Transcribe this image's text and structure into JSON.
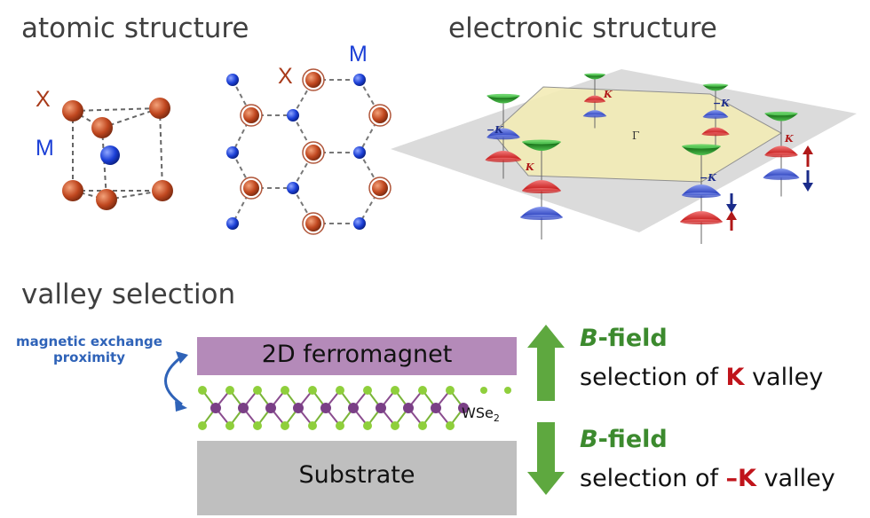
{
  "headings": {
    "atomic": "atomic structure",
    "electronic": "electronic structure",
    "valley": "valley selection"
  },
  "atomic_labels": {
    "x": "X",
    "m": "M"
  },
  "electronic_labels": {
    "gamma": "Γ",
    "k": "K",
    "minus_k": "−K"
  },
  "layers": {
    "ferromagnet": "2D ferromagnet",
    "substrate": "Substrate",
    "wse2_main": "WSe",
    "wse2_sub": "2"
  },
  "proximity": {
    "line1": "magnetic exchange",
    "line2": "proximity"
  },
  "field_up": {
    "b": "B",
    "field": "-field",
    "text1": "selection of ",
    "valley": "K",
    "text2": " valley"
  },
  "field_down": {
    "b": "B",
    "field": "-field",
    "text1": "selection of ",
    "valley": "–K",
    "text2": " valley"
  },
  "colors": {
    "ferromagnet": "#b48ab9",
    "substrate": "#bfbfbf",
    "arrow": "#5ea83f",
    "valley_text": "#c0141b",
    "atom_x": "#c0471f",
    "atom_m": "#1b3fd6",
    "green_cone": "#1e8a1e",
    "red_cone": "#e02a2a",
    "blue_cone": "#3a55d6"
  }
}
